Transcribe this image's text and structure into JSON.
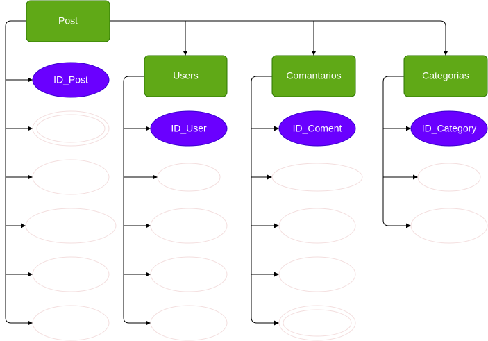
{
  "diagram": {
    "root": {
      "label": "Post"
    },
    "entities": [
      {
        "label": "Users"
      },
      {
        "label": "Comantarios"
      },
      {
        "label": "Categorias"
      }
    ],
    "attributes": {
      "post": {
        "label": "ID_Post"
      },
      "users": {
        "label": "ID_User"
      },
      "comantarios": {
        "label": "ID_Coment"
      },
      "categorias": {
        "label": "ID_Category"
      }
    },
    "colors": {
      "entity_fill": "#60a917",
      "entity_stroke": "#2d7600",
      "key_attribute_fill": "#6a00ff",
      "empty_attribute_stroke": "#f3dede",
      "connector": "#000000"
    }
  }
}
